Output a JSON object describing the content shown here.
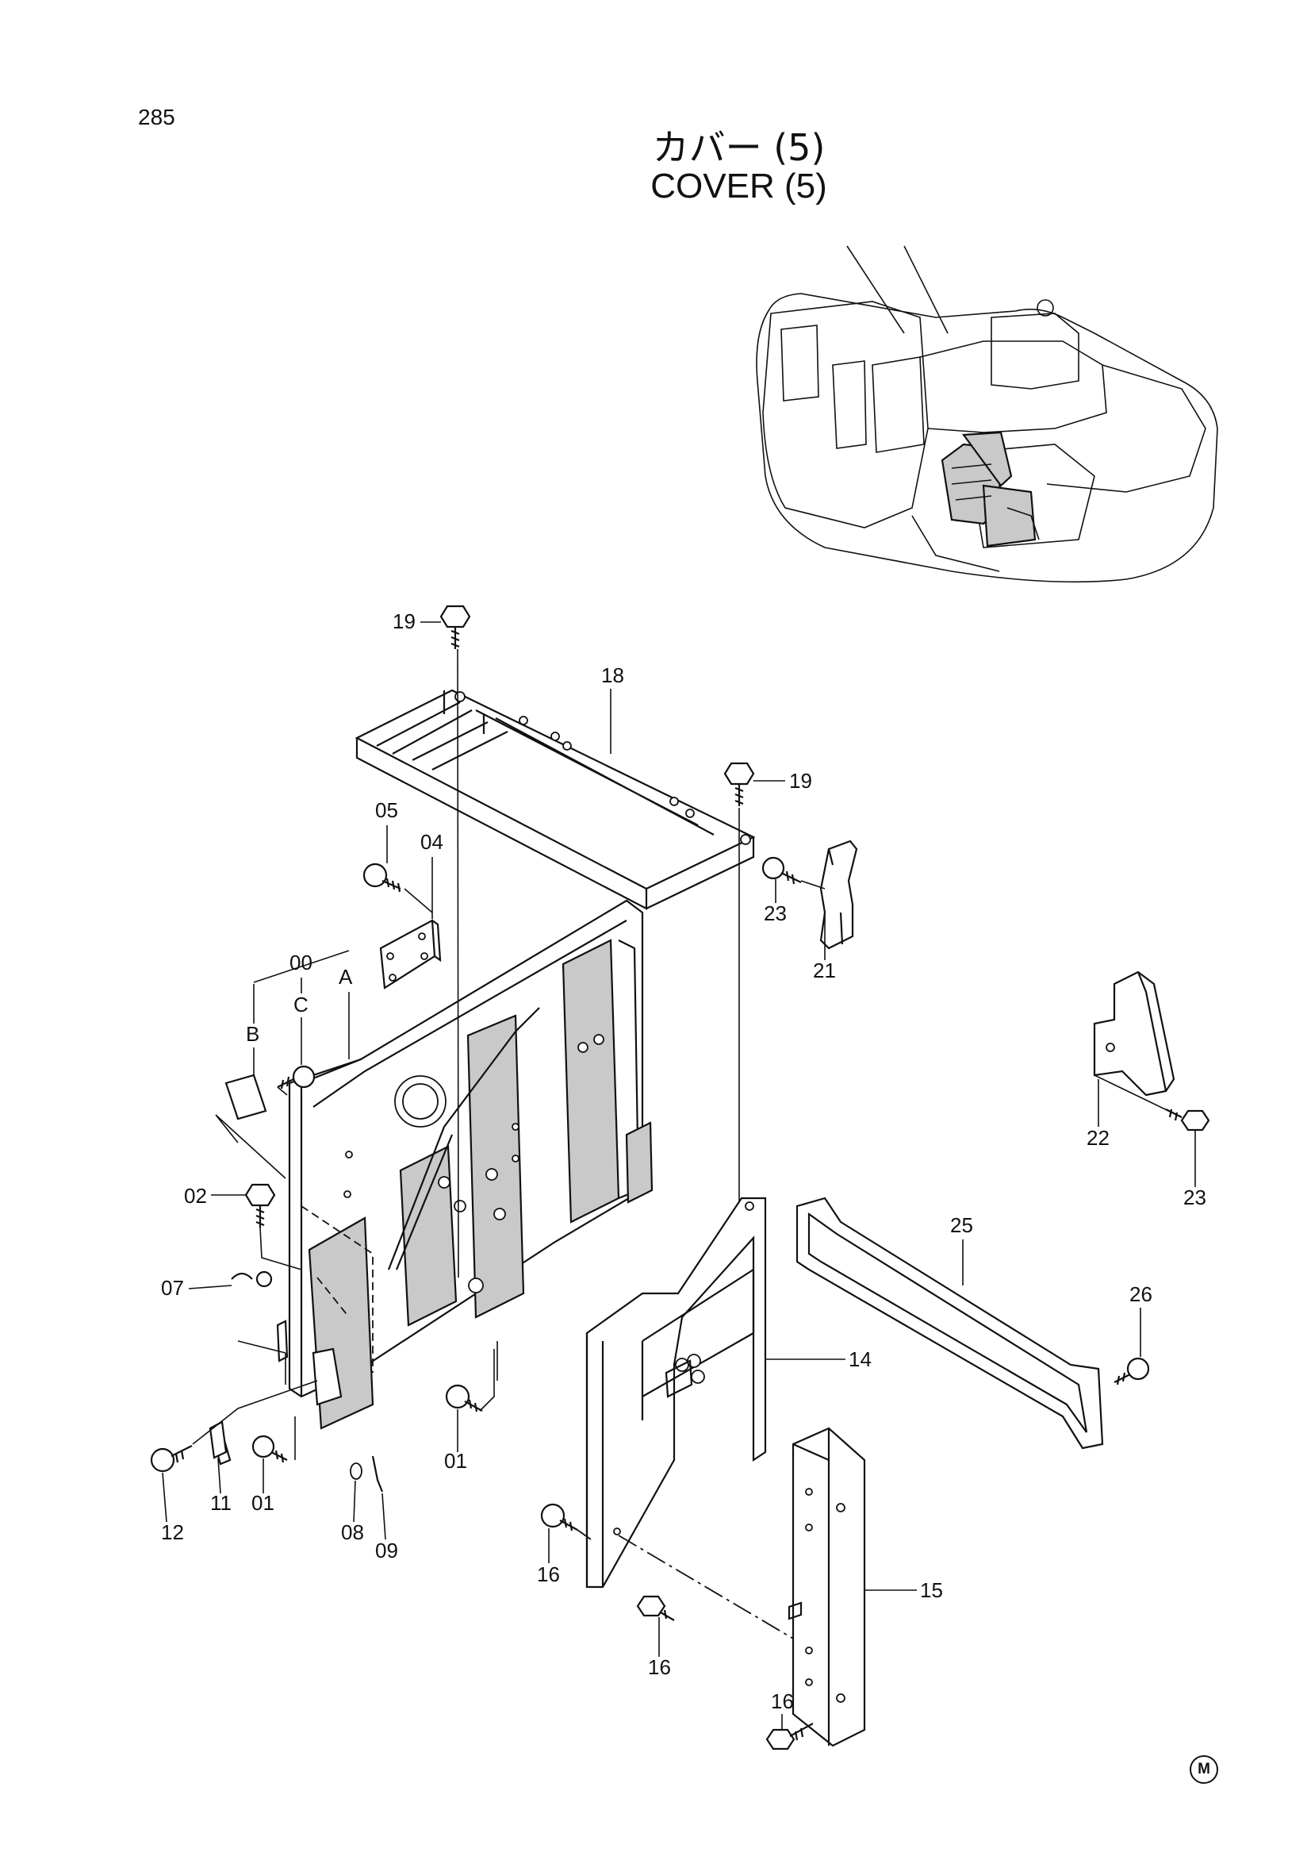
{
  "page_number": "285",
  "title_jp": "カバー (5)",
  "title_en": "COVER (5)",
  "corner_mark": "M",
  "part_labels": {
    "p19a": "19",
    "p18": "18",
    "p19b": "19",
    "p05": "05",
    "p04": "04",
    "p00": "00",
    "pA": "A",
    "pC": "C",
    "pB": "B",
    "p23a": "23",
    "p21": "21",
    "p22": "22",
    "p23b": "23",
    "p02": "02",
    "p07": "07",
    "p25": "25",
    "p26": "26",
    "p14": "14",
    "p01a": "01",
    "p12": "12",
    "p11": "11",
    "p01b": "01",
    "p08": "08",
    "p09": "09",
    "p16a": "16",
    "p16b": "16",
    "p15": "15",
    "p16c": "16"
  }
}
